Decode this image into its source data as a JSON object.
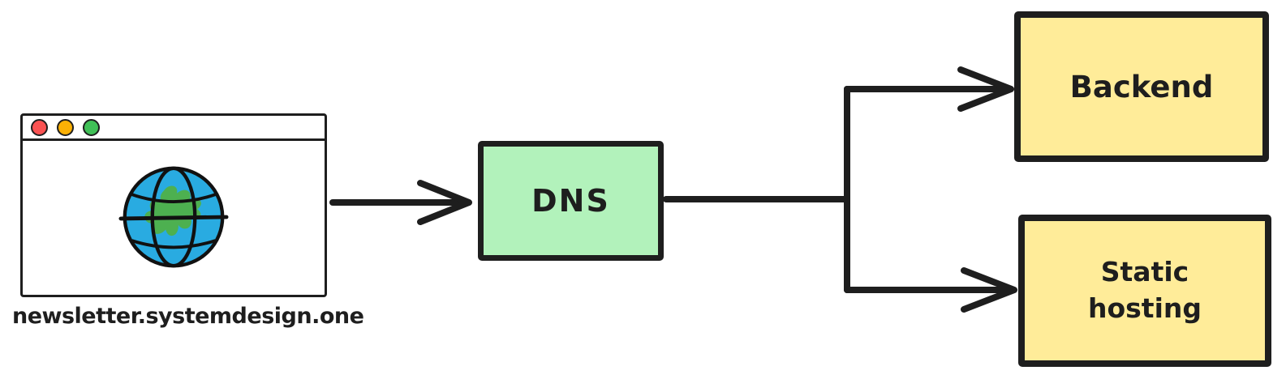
{
  "browser": {
    "caption": "newsletter.systemdesign.one",
    "controls": [
      "close",
      "minimize",
      "maximize"
    ]
  },
  "nodes": {
    "dns": {
      "label": "DNS",
      "fill": "#b2f2bb"
    },
    "backend": {
      "label": "Backend",
      "fill": "#ffec99"
    },
    "static_hosting": {
      "label": "Static hosting",
      "lines": [
        "Static",
        "hosting"
      ],
      "fill": "#ffec99"
    }
  },
  "edges": [
    {
      "from": "browser-window",
      "to": "dns"
    },
    {
      "from": "dns",
      "to": "backend"
    },
    {
      "from": "dns",
      "to": "static_hosting"
    }
  ],
  "colors": {
    "stroke": "#1e1e1e",
    "node_green": "#b2f2bb",
    "node_yellow": "#ffec99",
    "globe_ocean": "#29abe1",
    "globe_land": "#4db050",
    "dot_red": "#fa5252",
    "dot_yellow": "#fab005",
    "dot_green": "#40c057"
  }
}
